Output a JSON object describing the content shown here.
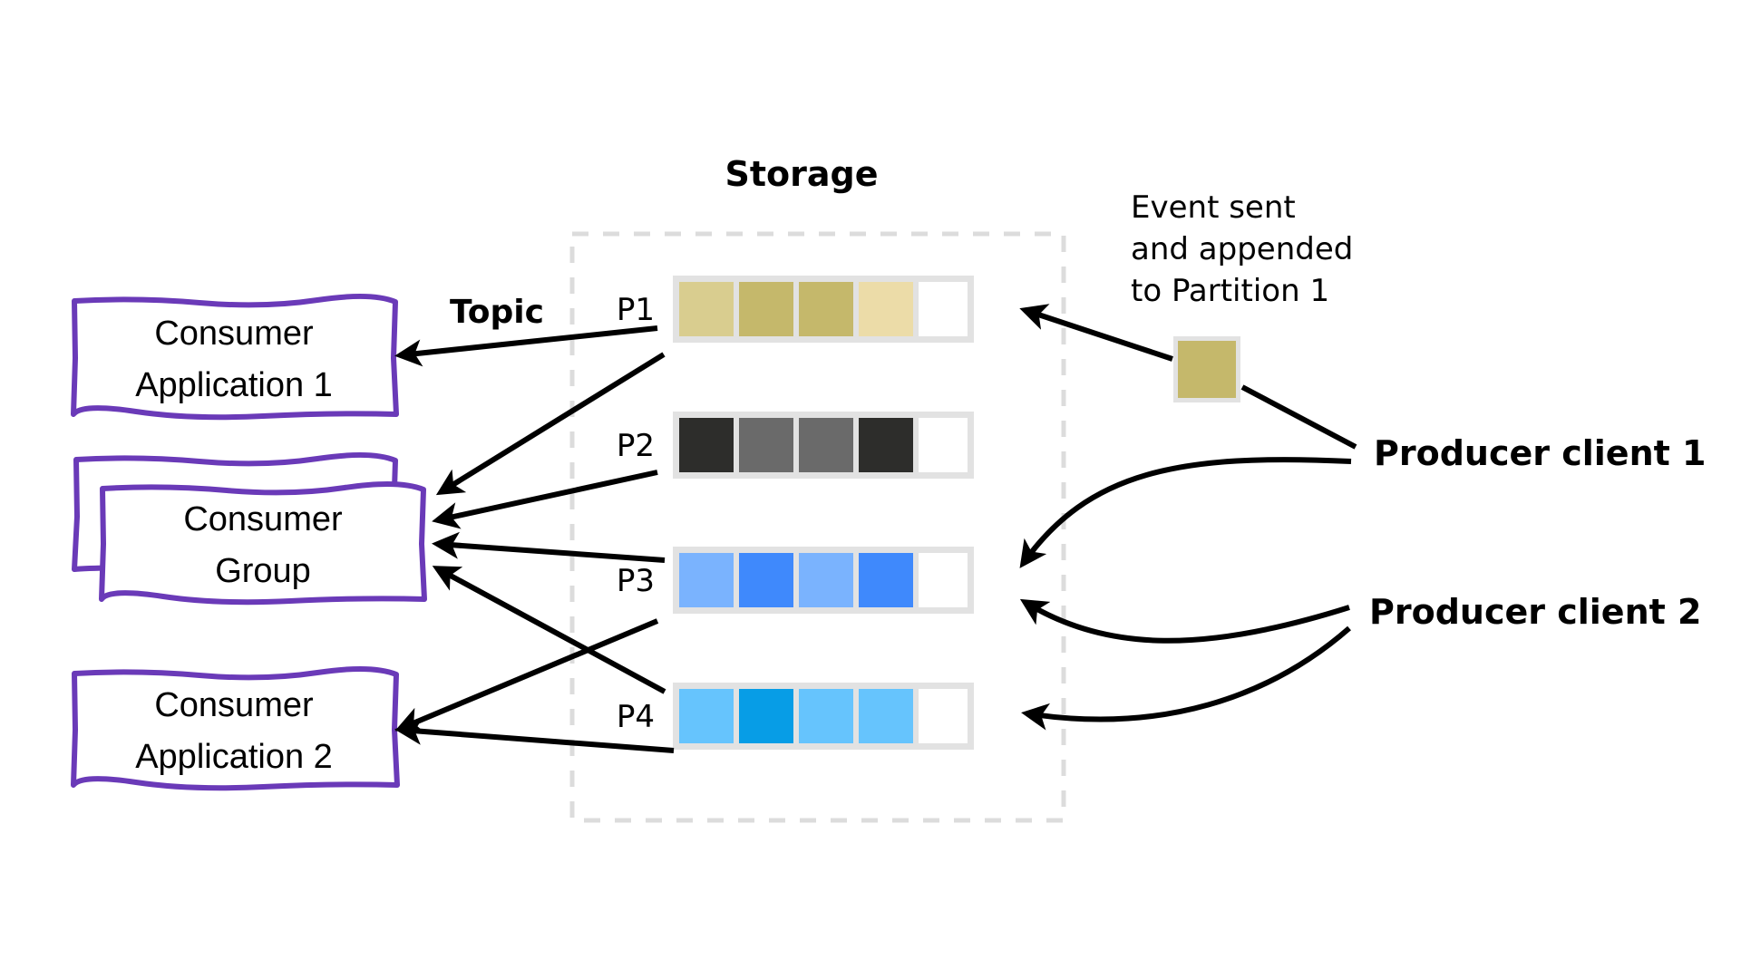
{
  "title": "Storage",
  "topic_label": "Topic",
  "colors": {
    "consumer_border": "#6a3ab8",
    "frame": "#e2e2e2",
    "dashed_border": "#dcdcdc",
    "arrow": "#000000"
  },
  "consumers": [
    {
      "id": "consumer-application-1",
      "lines": [
        "Consumer",
        "Application 1"
      ]
    },
    {
      "id": "consumer-group",
      "lines": [
        "Consumer",
        "Group"
      ],
      "stacked": true
    },
    {
      "id": "consumer-application-2",
      "lines": [
        "Consumer",
        "Application 2"
      ]
    }
  ],
  "partitions": [
    {
      "label": "P1",
      "cells": [
        "#d9cd8f",
        "#c5b86b",
        "#c5b86b",
        "#ecdca8",
        "#ffffff"
      ]
    },
    {
      "label": "P2",
      "cells": [
        "#2d2d2b",
        "#6a6a6a",
        "#6a6a6a",
        "#2d2d2b",
        "#ffffff"
      ]
    },
    {
      "label": "P3",
      "cells": [
        "#7ab3fe",
        "#3f89fc",
        "#7ab3fe",
        "#3f89fc",
        "#ffffff"
      ]
    },
    {
      "label": "P4",
      "cells": [
        "#66c4fd",
        "#079de6",
        "#66c4fd",
        "#66c4fd",
        "#ffffff"
      ]
    }
  ],
  "event": {
    "lines": [
      "Event sent",
      "and appended",
      "to Partition 1"
    ],
    "color": "#c5b86b"
  },
  "producers": [
    {
      "label": "Producer client 1",
      "targets": [
        "P1",
        "P3"
      ]
    },
    {
      "label": "Producer client 2",
      "targets": [
        "P3",
        "P4"
      ]
    }
  ],
  "consumption": [
    {
      "from": "P1",
      "to": "consumer-application-1"
    },
    {
      "from": "P1",
      "to": "consumer-group"
    },
    {
      "from": "P2",
      "to": "consumer-group"
    },
    {
      "from": "P3",
      "to": "consumer-group"
    },
    {
      "from": "P4",
      "to": "consumer-group"
    },
    {
      "from": "P3",
      "to": "consumer-application-2"
    },
    {
      "from": "P4",
      "to": "consumer-application-2"
    }
  ]
}
